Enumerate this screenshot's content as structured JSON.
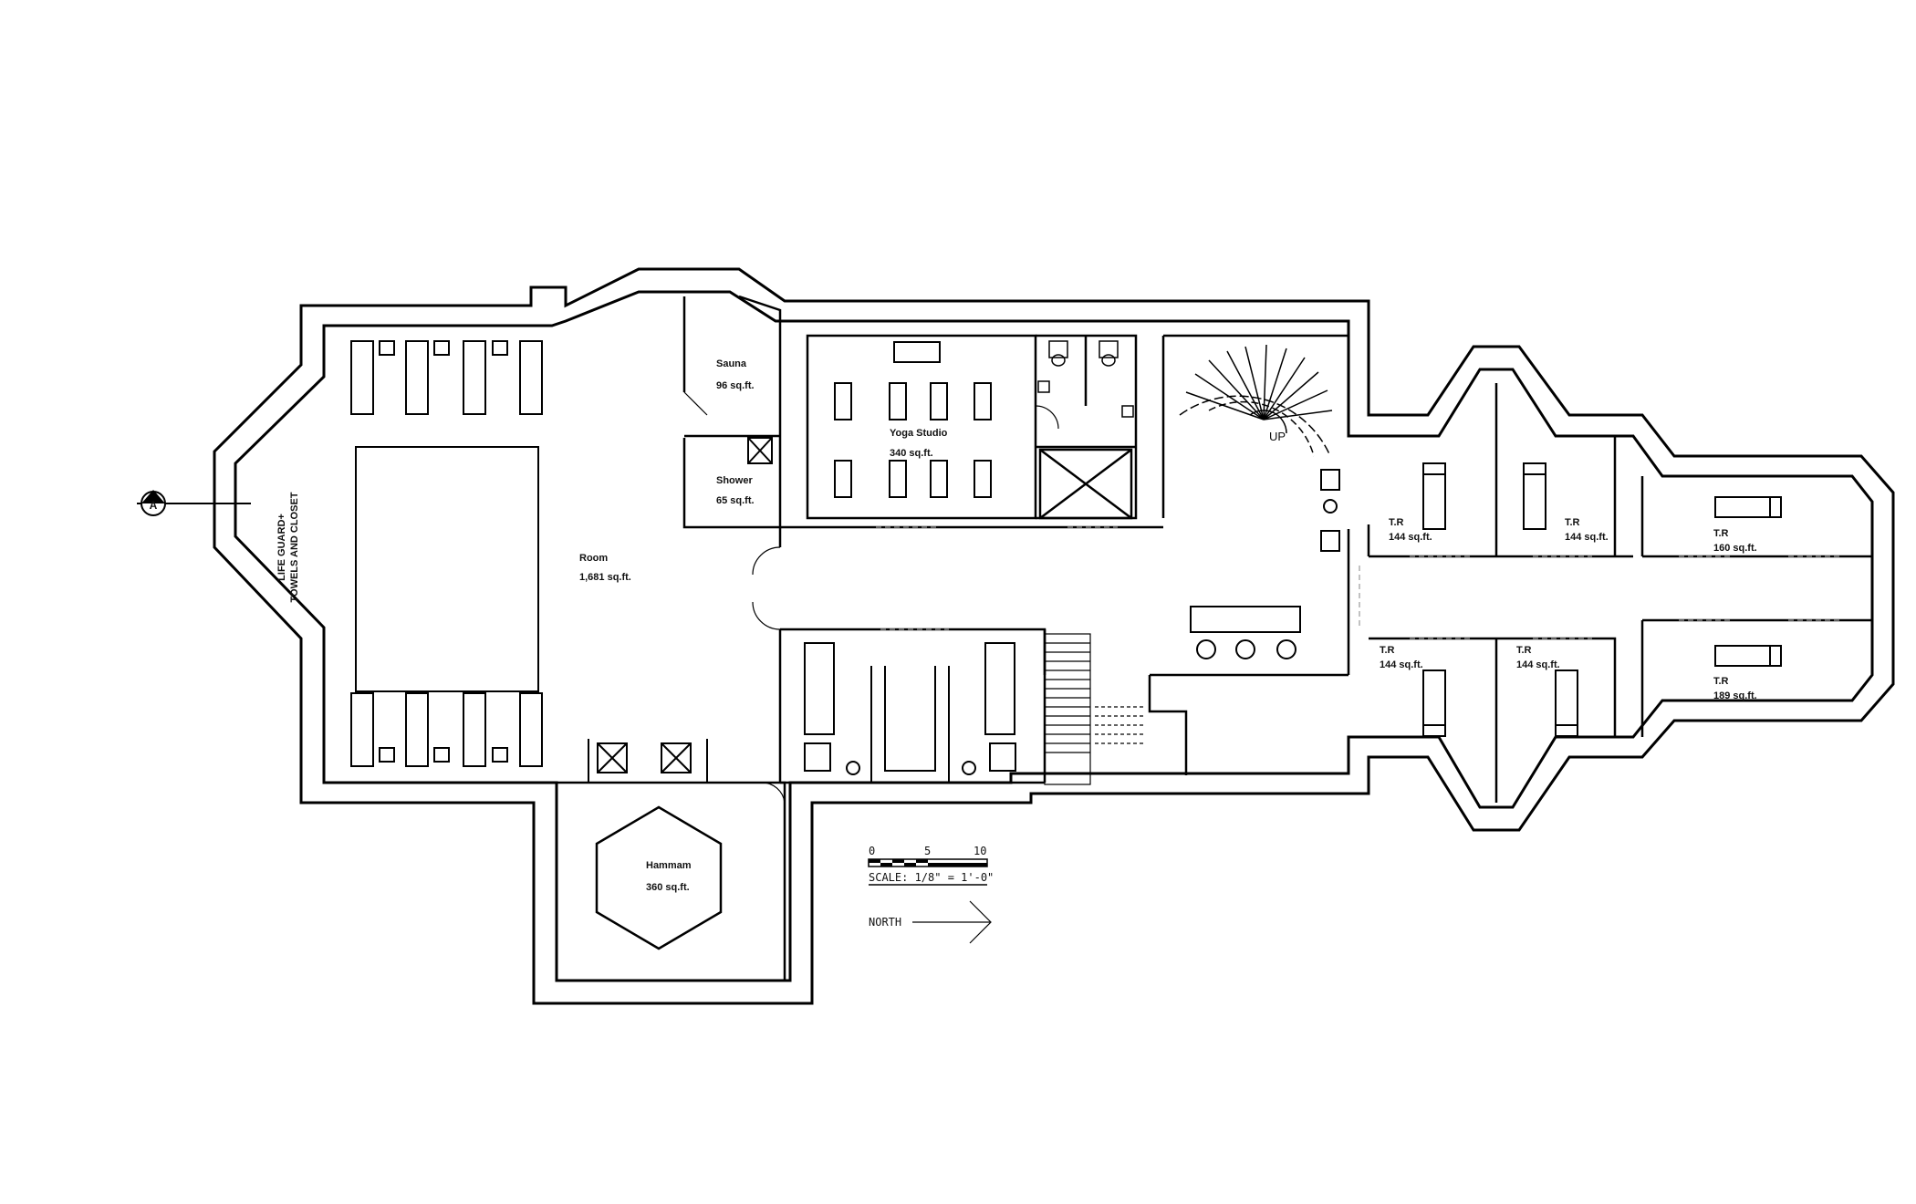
{
  "rooms": {
    "sauna": {
      "name": "Sauna",
      "area": "96 sq.ft."
    },
    "shower": {
      "name": "Shower",
      "area": "65 sq.ft."
    },
    "yoga": {
      "name": "Yoga Studio",
      "area": "340 sq.ft."
    },
    "pool": {
      "name": "Room",
      "area": "1,681 sq.ft."
    },
    "hammam": {
      "name": "Hammam",
      "area": "360 sq.ft."
    },
    "tr1": {
      "name": "T.R",
      "area": "144 sq.ft."
    },
    "tr2": {
      "name": "T.R",
      "area": "144 sq.ft."
    },
    "tr3": {
      "name": "T.R",
      "area": "160 sq.ft."
    },
    "tr4": {
      "name": "T.R",
      "area": "144 sq.ft."
    },
    "tr5": {
      "name": "T.R",
      "area": "144 sq.ft."
    },
    "tr6": {
      "name": "T.R",
      "area": "189 sq.ft."
    }
  },
  "lifeguard": {
    "line1": "LIFE GUARD+",
    "line2": "TOWELS AND CLOSET"
  },
  "stair_label": "UP",
  "section_marker": "A",
  "scale_bar": {
    "ticks": [
      "0",
      "5",
      "10"
    ],
    "text": "SCALE: 1/8\" = 1'-0\""
  },
  "north_label": "NORTH"
}
